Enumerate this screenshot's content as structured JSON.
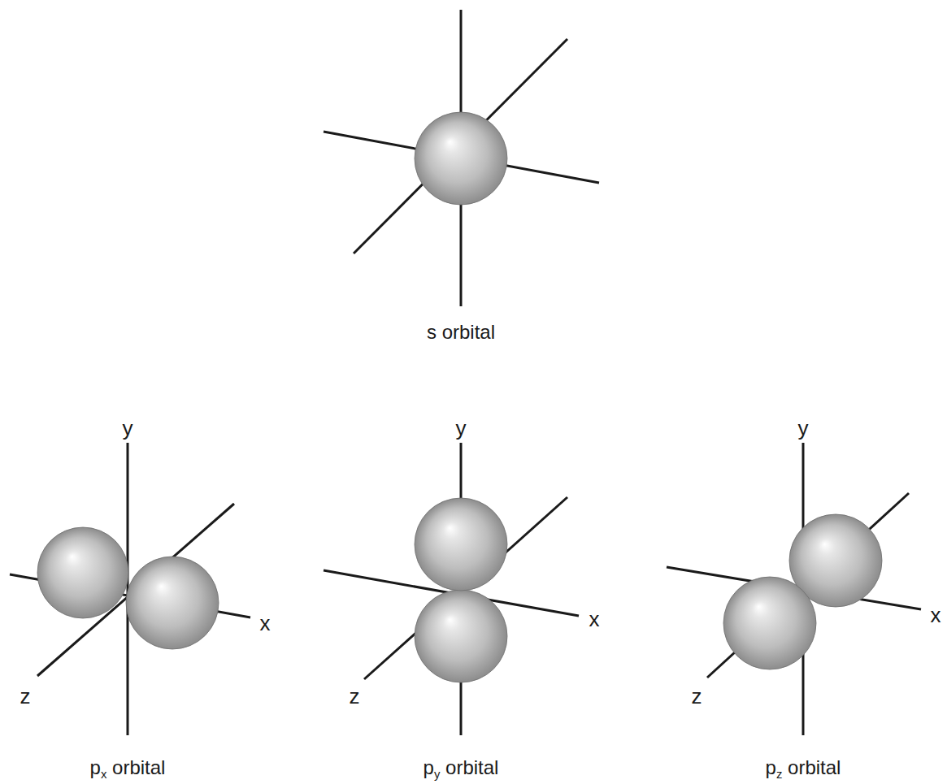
{
  "diagram": {
    "labels": [
      "s orbital",
      "y",
      "x",
      "z",
      "px orbital",
      "y",
      "x",
      "z",
      "py orbital",
      "y",
      "x",
      "z",
      "pz orbital"
    ]
  }
}
